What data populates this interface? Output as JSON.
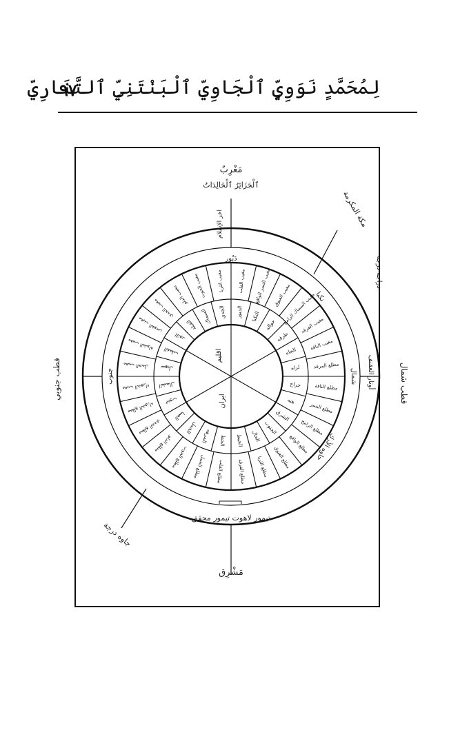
{
  "header": {
    "page_number": "٩٧",
    "running_head": "لِمُحَمَّدٍ نَوَوِيٍّ ٱلْجَاوِيِّ ٱلْبَنْتَنِيِّ ٱلتَّنَارِيِّ"
  },
  "diagram": {
    "top": {
      "label": "مَغْرِبٌ",
      "sub": "ٱلْجَزَائِرُ ٱلْخَالِدَاتُ",
      "line": "اخر الإسلام"
    },
    "bottom": {
      "label": "مَشْرِق",
      "ring": "تيمور لاهوت تيمور محقق"
    },
    "left": {
      "label": "قطب جنوبي",
      "ring": "جنوب"
    },
    "right": {
      "label": "قطب شمال",
      "ring_outer": "أوتار العقنف",
      "ring_inner": "شمال"
    },
    "upper_ring": "دَبُور",
    "upper_right_ring": "نكبا",
    "lower_right_ring": "حاوه الأرك",
    "notes": {
      "upper_right": "مكة المكرمة",
      "right_edge": "دراجه درجه",
      "lower_left": "جاوه درجة"
    },
    "outer_wedges": [
      "مغيب القلب",
      "مغيب النسر الواقع",
      "مغيب العيوق",
      "مغيب السماك الرامح",
      "مغيب الفرقد",
      "مغيب الناقة",
      "مطلع المرقد",
      "مطلع الناقة",
      "مطلع النسر",
      "مطلع الرامح",
      "مطلع الواقع",
      "مطلع العيوق",
      "مطلع الثريا",
      "مطلع الفرقد",
      "مطلع القلب",
      "مطلع الحمل",
      "مطلع الحوت",
      "مطلع الدلو",
      "مطلع الجدي",
      "مطلع الجوزاء",
      "مغيب الجوزاء",
      "مغيب الحمل",
      "مغيب الشولة",
      "مغيب القوس",
      "مغيب الجدي",
      "مغيب الدلو",
      "مغيب الحوت",
      "مغيب الثريا"
    ],
    "inner_wedges": [
      "الدبور",
      "النكبا",
      "حواله",
      "طرقه",
      "الجاه",
      "لزاه",
      "جراح",
      "هنه",
      "الشرق",
      "الجنوب",
      "الحال",
      "الخيط",
      "الحط",
      "المرهه",
      "الحمل",
      "الصبا",
      "جنوب",
      "الشمال",
      "سهيل",
      "القطب",
      "الثور",
      "القبلة",
      "السماك",
      "الجدي"
    ],
    "center": {
      "upper": "اقليم",
      "lower": "ايران"
    }
  }
}
